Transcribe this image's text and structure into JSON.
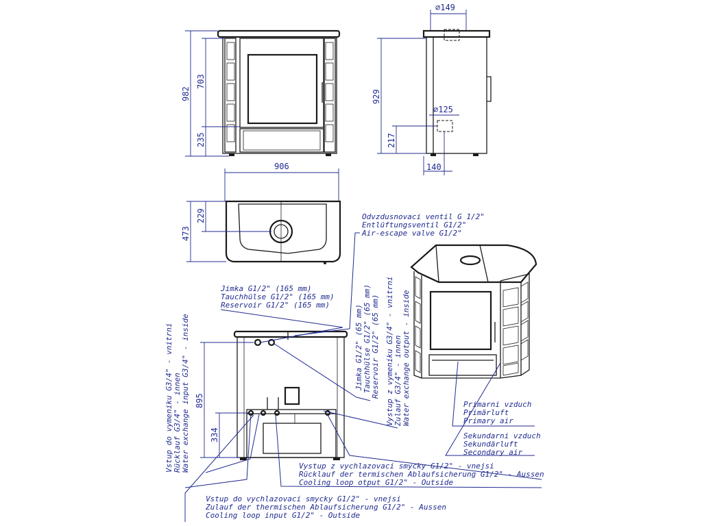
{
  "dimensions": {
    "front_total_height": "982",
    "front_upper_height": "703",
    "front_base_height": "235",
    "top_width": "906",
    "top_depth": "473",
    "top_flue_offset": "229",
    "side_flue_diameter": "∅149",
    "side_total_height": "929",
    "side_air_diameter": "∅125",
    "side_air_height": "217",
    "side_air_offset": "140",
    "back_height": "895",
    "back_lower_height": "334"
  },
  "labels": {
    "air_escape": [
      "Odvzdusnovaci ventil G 1/2\"",
      "Entlüftungsventil G1/2\"",
      "Air-escape valve G1/2\""
    ],
    "reservoir_horizontal": [
      "Jimka G1/2\" (165 mm)",
      "Tauchhülse G1/2\" (165 mm)",
      "Reservoir G1/2\" (165 mm)"
    ],
    "reservoir_vertical": [
      "Jimka G1/2\" (65 mm)",
      "Tauchhülse G1/2\" (65 mm)",
      "Reservoir G1/2\" (65 mm)"
    ],
    "exchange_output": [
      "Vystup z vymeniku G3/4\" - vnitrni",
      "Zulauf G3/4\" - innen",
      "Water exchange output - inside"
    ],
    "exchange_input": [
      "Vstup do vymeniku G3/4\" - vnitrni",
      "Rücklauf G3/4\" - innen",
      "Water exchange input G3/4\" - inside"
    ],
    "primary_air": [
      "Primarni vzduch",
      "Primärluft",
      "Primary air"
    ],
    "secondary_air": [
      "Sekundarni vzduch",
      "Sekundärluft",
      "Secondary air"
    ],
    "cooling_output": [
      "Vystup z vychlazovaci smycky G1/2\" - vnejsi",
      "Rücklauf der termischen Ablaufsicherung G1/2\" - Aussen",
      "Cooling loop otput G1/2\" - Outside"
    ],
    "cooling_input": [
      "Vstup do vychlazovaci smycky G1/2\" - vnejsi",
      "Zulauf der thermischen Ablaufsicherung G1/2\" - Aussen",
      "Cooling loop input G1/2\" - Outside"
    ]
  }
}
